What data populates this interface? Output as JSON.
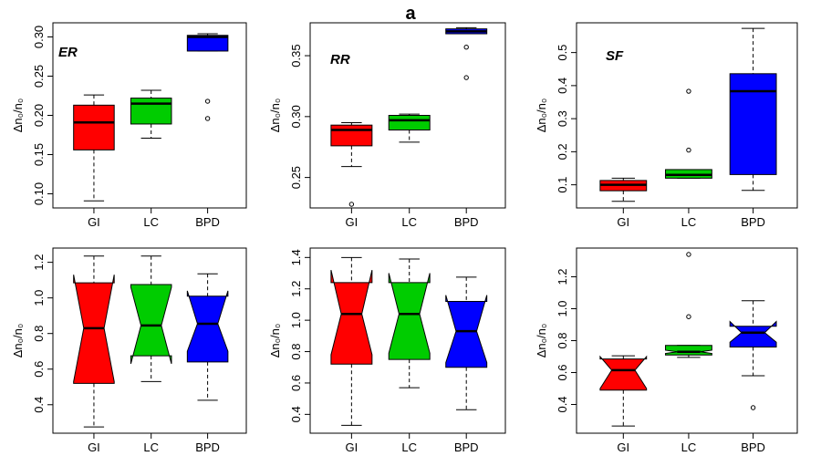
{
  "figure": {
    "title": "a"
  },
  "chart_data": [
    {
      "id": "ER",
      "type": "box",
      "tag": "ER",
      "ylabel": "Δn₀/n₀",
      "ylim": [
        0.082,
        0.318
      ],
      "yticks": [
        0.1,
        0.15,
        0.2,
        0.25,
        0.3
      ],
      "ytick_labels": [
        "0.10",
        "0.15",
        "0.20",
        "0.25",
        "0.30"
      ],
      "categories": [
        "GI",
        "LC",
        "BPD"
      ],
      "colors": [
        "#ff0000",
        "#00cc00",
        "#0000ff"
      ],
      "notched": false,
      "boxes": [
        {
          "min": 0.091,
          "q1": 0.156,
          "median": 0.191,
          "q3": 0.213,
          "max": 0.226,
          "outliers": []
        },
        {
          "min": 0.171,
          "q1": 0.189,
          "median": 0.215,
          "q3": 0.222,
          "max": 0.232,
          "outliers": []
        },
        {
          "min": 0.282,
          "q1": 0.282,
          "median": 0.3,
          "q3": 0.302,
          "max": 0.304,
          "outliers": [
            0.218,
            0.196
          ]
        }
      ]
    },
    {
      "id": "RR",
      "type": "box",
      "tag": "RR",
      "ylabel": "Δn₀/n₀",
      "ylim": [
        0.225,
        0.377
      ],
      "yticks": [
        0.25,
        0.3,
        0.35
      ],
      "ytick_labels": [
        "0.25",
        "0.30",
        "0.35"
      ],
      "categories": [
        "GI",
        "LC",
        "BPD"
      ],
      "colors": [
        "#ff0000",
        "#00cc00",
        "#0000ff"
      ],
      "notched": false,
      "boxes": [
        {
          "min": 0.259,
          "q1": 0.276,
          "median": 0.289,
          "q3": 0.293,
          "max": 0.295,
          "outliers": [
            0.228
          ]
        },
        {
          "min": 0.279,
          "q1": 0.289,
          "median": 0.297,
          "q3": 0.301,
          "max": 0.302,
          "outliers": []
        },
        {
          "min": 0.368,
          "q1": 0.368,
          "median": 0.37,
          "q3": 0.372,
          "max": 0.373,
          "outliers": [
            0.357,
            0.332
          ]
        }
      ]
    },
    {
      "id": "SF",
      "type": "box",
      "tag": "SF",
      "ylabel": "Δn₀/n₀",
      "ylim": [
        0.03,
        0.59
      ],
      "yticks": [
        0.1,
        0.2,
        0.3,
        0.4,
        0.5
      ],
      "ytick_labels": [
        "0.1",
        "0.2",
        "0.3",
        "0.4",
        "0.5"
      ],
      "categories": [
        "GI",
        "LC",
        "BPD"
      ],
      "colors": [
        "#ff0000",
        "#00cc00",
        "#0000ff"
      ],
      "notched": false,
      "boxes": [
        {
          "min": 0.05,
          "q1": 0.082,
          "median": 0.1,
          "q3": 0.113,
          "max": 0.12,
          "outliers": []
        },
        {
          "min": 0.12,
          "q1": 0.12,
          "median": 0.13,
          "q3": 0.146,
          "max": 0.146,
          "outliers": [
            0.383,
            0.205
          ]
        },
        {
          "min": 0.083,
          "q1": 0.131,
          "median": 0.383,
          "q3": 0.436,
          "max": 0.573,
          "outliers": []
        }
      ]
    },
    {
      "id": "bottom-left",
      "type": "box",
      "tag": "",
      "ylabel": "Δn₀/n₀",
      "ylim": [
        0.24,
        1.28
      ],
      "yticks": [
        0.4,
        0.6,
        0.8,
        1.0,
        1.2
      ],
      "ytick_labels": [
        "0.4",
        "0.6",
        "0.8",
        "1.0",
        "1.2"
      ],
      "categories": [
        "GI",
        "LC",
        "BPD"
      ],
      "colors": [
        "#ff0000",
        "#00cc00",
        "#0000ff"
      ],
      "notched": true,
      "boxes": [
        {
          "min": 0.275,
          "q1": 0.52,
          "median": 0.83,
          "q3": 1.085,
          "max": 1.235,
          "notch_lo": 0.53,
          "notch_hi": 1.13,
          "outliers": []
        },
        {
          "min": 0.53,
          "q1": 0.675,
          "median": 0.845,
          "q3": 1.075,
          "max": 1.235,
          "notch_lo": 0.63,
          "notch_hi": 1.06,
          "outliers": []
        },
        {
          "min": 0.425,
          "q1": 0.64,
          "median": 0.855,
          "q3": 1.01,
          "max": 1.135,
          "notch_lo": 0.7,
          "notch_hi": 1.04,
          "outliers": []
        }
      ]
    },
    {
      "id": "bottom-middle",
      "type": "box",
      "tag": "",
      "ylabel": "Δn₀/n₀",
      "ylim": [
        0.28,
        1.46
      ],
      "yticks": [
        0.4,
        0.6,
        0.8,
        1.0,
        1.2,
        1.4
      ],
      "ytick_labels": [
        "0.4",
        "0.6",
        "0.8",
        "1.0",
        "1.2",
        "1.4"
      ],
      "categories": [
        "GI",
        "LC",
        "BPD"
      ],
      "colors": [
        "#ff0000",
        "#00cc00",
        "#0000ff"
      ],
      "notched": true,
      "boxes": [
        {
          "min": 0.33,
          "q1": 0.72,
          "median": 1.04,
          "q3": 1.24,
          "max": 1.4,
          "notch_lo": 0.78,
          "notch_hi": 1.32,
          "outliers": []
        },
        {
          "min": 0.57,
          "q1": 0.75,
          "median": 1.04,
          "q3": 1.24,
          "max": 1.39,
          "notch_lo": 0.79,
          "notch_hi": 1.3,
          "outliers": []
        },
        {
          "min": 0.43,
          "q1": 0.7,
          "median": 0.93,
          "q3": 1.12,
          "max": 1.275,
          "notch_lo": 0.73,
          "notch_hi": 1.16,
          "outliers": []
        }
      ]
    },
    {
      "id": "bottom-right",
      "type": "box",
      "tag": "",
      "ylabel": "Δn₀/n₀",
      "ylim": [
        0.22,
        1.38
      ],
      "yticks": [
        0.4,
        0.6,
        0.8,
        1.0,
        1.2
      ],
      "ytick_labels": [
        "0.4",
        "0.6",
        "0.8",
        "1.0",
        "1.2"
      ],
      "categories": [
        "GI",
        "LC",
        "BPD"
      ],
      "colors": [
        "#ff0000",
        "#00cc00",
        "#0000ff"
      ],
      "notched": true,
      "boxes": [
        {
          "min": 0.265,
          "q1": 0.49,
          "median": 0.615,
          "q3": 0.685,
          "max": 0.705,
          "notch_lo": 0.5,
          "notch_hi": 0.7,
          "outliers": []
        },
        {
          "min": 0.695,
          "q1": 0.71,
          "median": 0.73,
          "q3": 0.77,
          "max": 0.77,
          "notch_lo": 0.72,
          "notch_hi": 0.74,
          "outliers": [
            1.34,
            0.95
          ]
        },
        {
          "min": 0.58,
          "q1": 0.76,
          "median": 0.85,
          "q3": 0.89,
          "max": 1.05,
          "notch_lo": 0.79,
          "notch_hi": 0.92,
          "outliers": [
            0.38
          ]
        }
      ]
    }
  ]
}
